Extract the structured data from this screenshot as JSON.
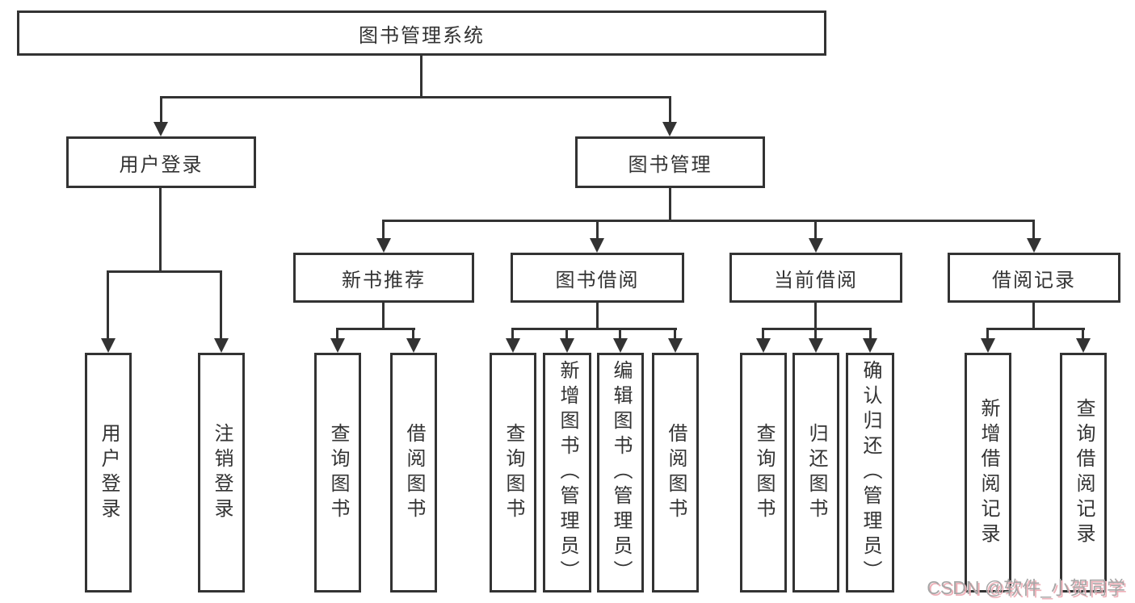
{
  "tree": {
    "root": "图书管理系统",
    "children": [
      {
        "label": "用户登录",
        "children": [
          "用户登录",
          "注销登录"
        ]
      },
      {
        "label": "图书管理",
        "children": [
          {
            "label": "新书推荐",
            "children": [
              "查询图书",
              "借阅图书"
            ]
          },
          {
            "label": "图书借阅",
            "children": [
              "查询图书",
              "新增图书（管理员）",
              "编辑图书（管理员）",
              "借阅图书"
            ]
          },
          {
            "label": "当前借阅",
            "children": [
              "查询图书",
              "归还图书",
              "确认归还（管理员）"
            ]
          },
          {
            "label": "借阅记录",
            "children": [
              "新增借阅记录",
              "查询借阅记录"
            ]
          }
        ]
      }
    ]
  },
  "watermark": {
    "text": "CSDN @软件_小贺同学"
  },
  "colors": {
    "line": "#333333",
    "text": "#333333",
    "background": "#ffffff",
    "watermark": "#a6a6a6",
    "watermark_shadow": "#eeb0b8"
  }
}
